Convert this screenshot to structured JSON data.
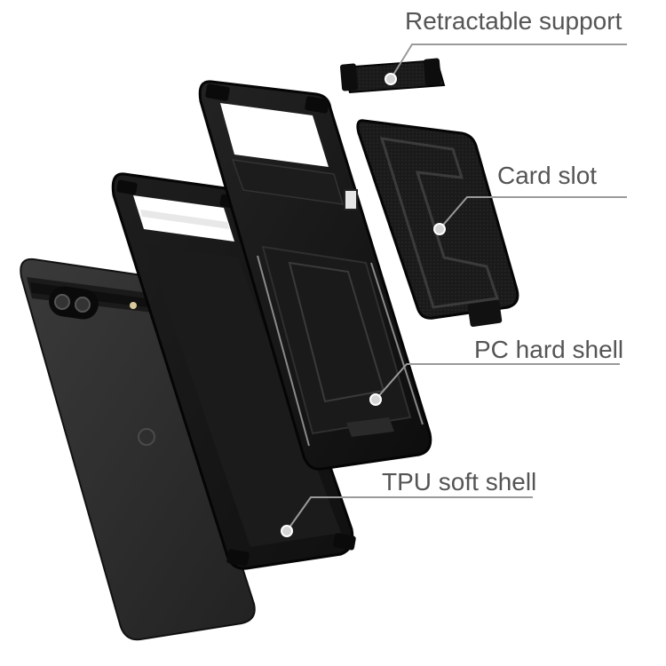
{
  "callouts": {
    "retractable_support": "Retractable support",
    "card_slot": "Card slot",
    "pc_hard_shell": "PC hard shell",
    "tpu_soft_shell": "TPU soft shell"
  },
  "colors": {
    "background": "#ffffff",
    "case_black": "#151515",
    "phone_dark": "#2b2b2b",
    "label_gray": "#555555",
    "leader_line": "#9a9a9a"
  }
}
